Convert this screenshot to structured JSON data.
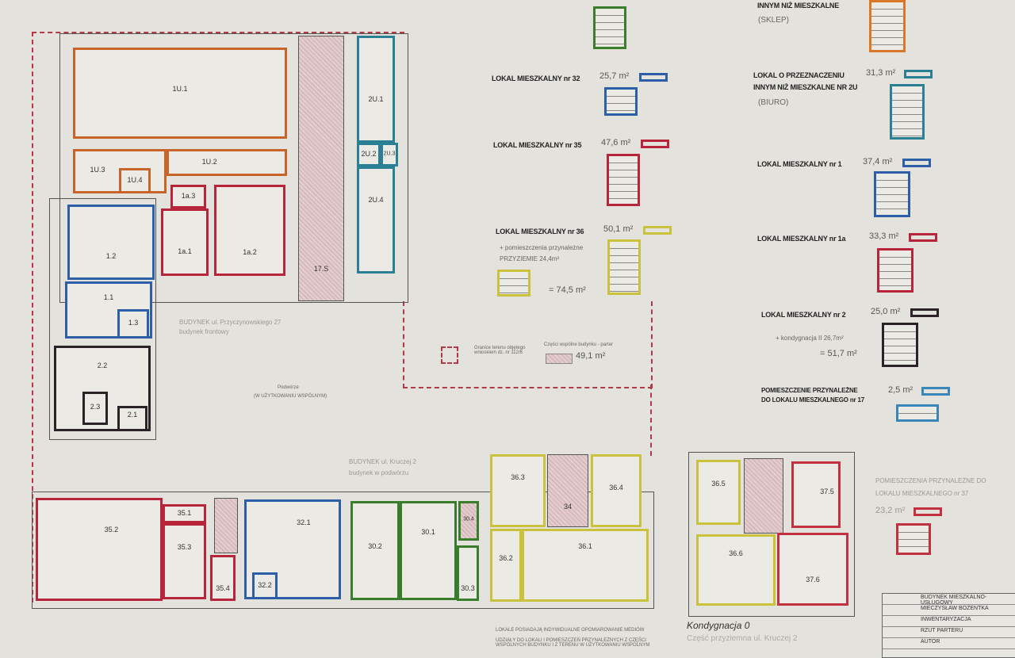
{
  "plan": {
    "rooms": {
      "r1U1": "1U.1",
      "r1U2": "1U.2",
      "r1U3": "1U.3",
      "r1U4": "1U.4",
      "r12": "1.2",
      "r11": "1.1",
      "r13": "1.3",
      "r1a1": "1a.1",
      "r1a2": "1a.2",
      "r1a3": "1a.3",
      "r22": "2.2",
      "r23": "2.3",
      "r21": "2.1",
      "r2U1": "2U.1",
      "r2U2": "2U.2",
      "r2U3": "2U.3",
      "r2U4": "2U.4",
      "r17S": "17.S",
      "r352": "35.2",
      "r351": "35.1",
      "r353": "35.3",
      "r354": "35.4",
      "r321": "32.1",
      "r322": "32.2",
      "r302": "30.2",
      "r301": "30.1",
      "r303": "30.3",
      "r304": "30.4",
      "r363": "36.3",
      "r364": "36.4",
      "r361": "36.1",
      "r362": "36.2",
      "r34": "34",
      "r365": "36.5",
      "r366": "36.6",
      "r375": "37.5",
      "r376": "37.6"
    },
    "labels": {
      "building_a": "BUDYNEK ul. Przyczynowskiego 27",
      "building_a_sub": "budynek frontowy",
      "yard": "Podwórze",
      "yard_sub": "(W UŻYTKOWANIU WSPÓLNYM)",
      "building_b": "BUDYNEK ul. Kruczej 2",
      "building_b_sub": "budynek w podwórzu",
      "level": "Kondygnacja 0",
      "level_sub": "Część przyziemna ul. Kruczej 2",
      "notes": "LOKALE POSIADAJĄ INDYWIDUALNE OPOMIAROWANIE MEDIÓW",
      "notes2": "UDZIAŁY DO LOKALI I POMIESZCZEŃ PRZYNALEŻNYCH Z CZĘŚCI WSPÓLNYCH BUDYNKU I Z TERENU W UŻYTKOWANIU WSPÓLNYM"
    }
  },
  "legend": {
    "boundary": "Granice terenu objętego wnioskiem dz. nr 112/6",
    "common_title": "Części wspólne budynku - parter",
    "common_area": "49,1 m²",
    "units": [
      {
        "title": "LOKAL MIESZKALNY nr 32",
        "area": "25,7 m²",
        "color": "#2c5fa8"
      },
      {
        "title": "LOKAL MIESZKALNY nr 35",
        "area": "47,6 m²",
        "color": "#b8243a"
      },
      {
        "title": "LOKAL MIESZKALNY nr 36",
        "area": "50,1 m²",
        "color": "#c9c23a",
        "extra": "+ pomieszczenia przynależne",
        "extra2": "PRZYZIEMIE  24,4m²",
        "total": "= 74,5 m²"
      },
      {
        "title": "INNYM NIŻ MIESZKALNE",
        "sub": "(SKLEP)",
        "color": "#d9772a"
      },
      {
        "title": "LOKAL O PRZEZNACZENIU",
        "title2": "INNYM NIŻ MIESZKALNE NR 2U",
        "area": "31,3 m²",
        "sub": "(BIURO)",
        "color": "#2b7f95"
      },
      {
        "title": "LOKAL MIESZKALNY nr 1",
        "area": "37,4 m²",
        "color": "#2c5fa8"
      },
      {
        "title": "LOKAL MIESZKALNY nr 1a",
        "area": "33,3 m²",
        "color": "#b8243a"
      },
      {
        "title": "LOKAL MIESZKALNY nr 2",
        "area": "25,0 m²",
        "color": "#2a2226",
        "extra": "+ kondygnacja II 26,7m²",
        "total": "= 51,7 m²"
      },
      {
        "title": "POMIESZCZENIE PRZYNALEŻNE",
        "title2": "DO LOKALU MIESZKALNEGO nr 17",
        "area": "2,5 m²",
        "color": "#3a86b8"
      },
      {
        "title": "POMIESZCZENIA PRZYNALEŻNE DO",
        "title2": "LOKALU MIESZKALNEGO nr 37",
        "area": "23,2 m²",
        "color": "#c3303f"
      }
    ]
  },
  "title_block": {
    "row1": "BUDYNEK MIESZKALNO-USŁUGOWY",
    "row2": "MIECZYSŁAW BOŻENTKA",
    "row3": "INWENTARYZACJA",
    "row4": "RZUT PARTERU",
    "row5": "AUTOR"
  }
}
